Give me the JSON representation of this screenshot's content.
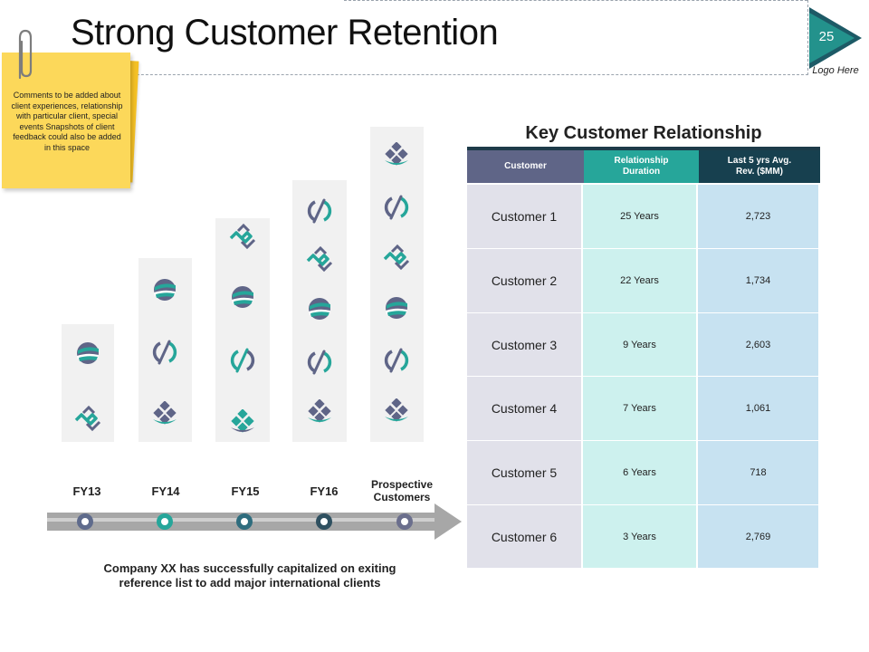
{
  "slide": {
    "title": "Strong Customer Retention",
    "page_number": "25",
    "logo_text": "Logo Here"
  },
  "note": {
    "text": "Comments to be added about client experiences, relationship with particular client, special events Snapshots of client feedback could also be added in this space"
  },
  "timeline": {
    "labels": [
      "FY13",
      "FY14",
      "FY15",
      "FY16"
    ],
    "prospective_line1": "Prospective",
    "prospective_line2": "Customers",
    "caption_line1": "Company XX has successfully capitalized on exiting",
    "caption_line2": "reference list to add major international clients",
    "dot_colors": [
      "#5f6b8c",
      "#26a69a",
      "#2f6d7e",
      "#2f5060",
      "#6b6f8d"
    ]
  },
  "table": {
    "title": "Key Customer Relationship",
    "headers": {
      "customer": "Customer",
      "duration_line1": "Relationship",
      "duration_line2": "Duration",
      "revenue_line1": "Last 5 yrs Avg.",
      "revenue_line2": "Rev. ($MM)"
    },
    "rows": [
      {
        "customer": "Customer 1",
        "duration": "25 Years",
        "revenue": "2,723"
      },
      {
        "customer": "Customer 2",
        "duration": "22 Years",
        "revenue": "1,734"
      },
      {
        "customer": "Customer 3",
        "duration": "9 Years",
        "revenue": "2,603"
      },
      {
        "customer": "Customer 4",
        "duration": "7 Years",
        "revenue": "1,061"
      },
      {
        "customer": "Customer 5",
        "duration": "6 Years",
        "revenue": "718"
      },
      {
        "customer": "Customer 6",
        "duration": "3 Years",
        "revenue": "2,769"
      }
    ]
  },
  "colors": {
    "teal": "#26a69a",
    "slate": "#5f6587",
    "navy": "#1d3b49",
    "header_customer": "#5f6587",
    "header_duration": "#26a69a",
    "header_revenue": "#17404f",
    "cell_customer": "#e1e1ea",
    "cell_duration": "#cdf1ee",
    "cell_revenue": "#c7e2f1",
    "note_yellow": "#fcd85a"
  },
  "icons": [
    "globe-icon",
    "swirl-arrow-icon",
    "diamond-cluster-icon",
    "circle-slash-icon"
  ]
}
